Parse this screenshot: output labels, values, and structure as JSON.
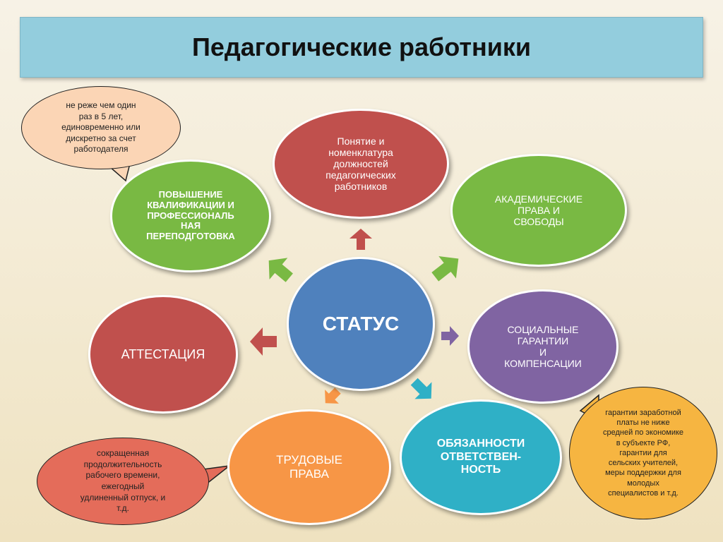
{
  "title": "Педагогические работники",
  "center": {
    "label": "СТАТУС",
    "color": "#4f81bd"
  },
  "nodes": {
    "ponyatie": {
      "label": "Понятие и\nноменклатура\nдолжностей\nпедагогических\nработников",
      "color": "#c0504d"
    },
    "akadem": {
      "label": "АКАДЕМИЧЕСКИЕ\nПРАВА  И\nСВОБОДЫ",
      "color": "#79b943"
    },
    "social": {
      "label": "СОЦИАЛЬНЫЕ\nГАРАНТИИ\nИ\nКОМПЕНСАЦИИ",
      "color": "#8064a2"
    },
    "obyaz": {
      "label": "ОБЯЗАННОСТИ\nОТВЕТСТВЕН-\nНОСТЬ",
      "color": "#2fb0c6"
    },
    "trud": {
      "label": "ТРУДОВЫЕ\nПРАВА",
      "color": "#f79646"
    },
    "attest": {
      "label": "АТТЕСТАЦИЯ",
      "color": "#c0504d"
    },
    "povysh": {
      "label": "ПОВЫШЕНИЕ\nКВАЛИФИКАЦИИ И\nПРОФЕССИОНАЛЬ\nНАЯ\nПЕРЕПОДГОТОВКА",
      "color": "#79b943"
    }
  },
  "callouts": {
    "povysh_note": {
      "text": "не реже чем один\nраз в 5 лет,\nединовременно или\nдискретно за счет\nработодателя",
      "color": "#fbd5b5"
    },
    "trud_note": {
      "text": "сокращенная\nпродолжительность\nрабочего времени,\nежегодный\nудлиненный отпуск, и\nт.д.",
      "color": "#e46c5a"
    },
    "social_note": {
      "text": "гарантии заработной\nплаты не ниже\nсредней по экономике\nв субъекте РФ,\nгарантии для\nсельских учителей,\nмеры поддержки для\nмолодых\nспециалистов и т.д.",
      "color": "#f6b541"
    }
  },
  "arrow_colors": {
    "up": "#c0504d",
    "up_right": "#79b943",
    "right": "#8064a2",
    "down_right": "#2fb0c6",
    "down_left": "#f79646",
    "left": "#c0504d",
    "up_left": "#79b943"
  }
}
